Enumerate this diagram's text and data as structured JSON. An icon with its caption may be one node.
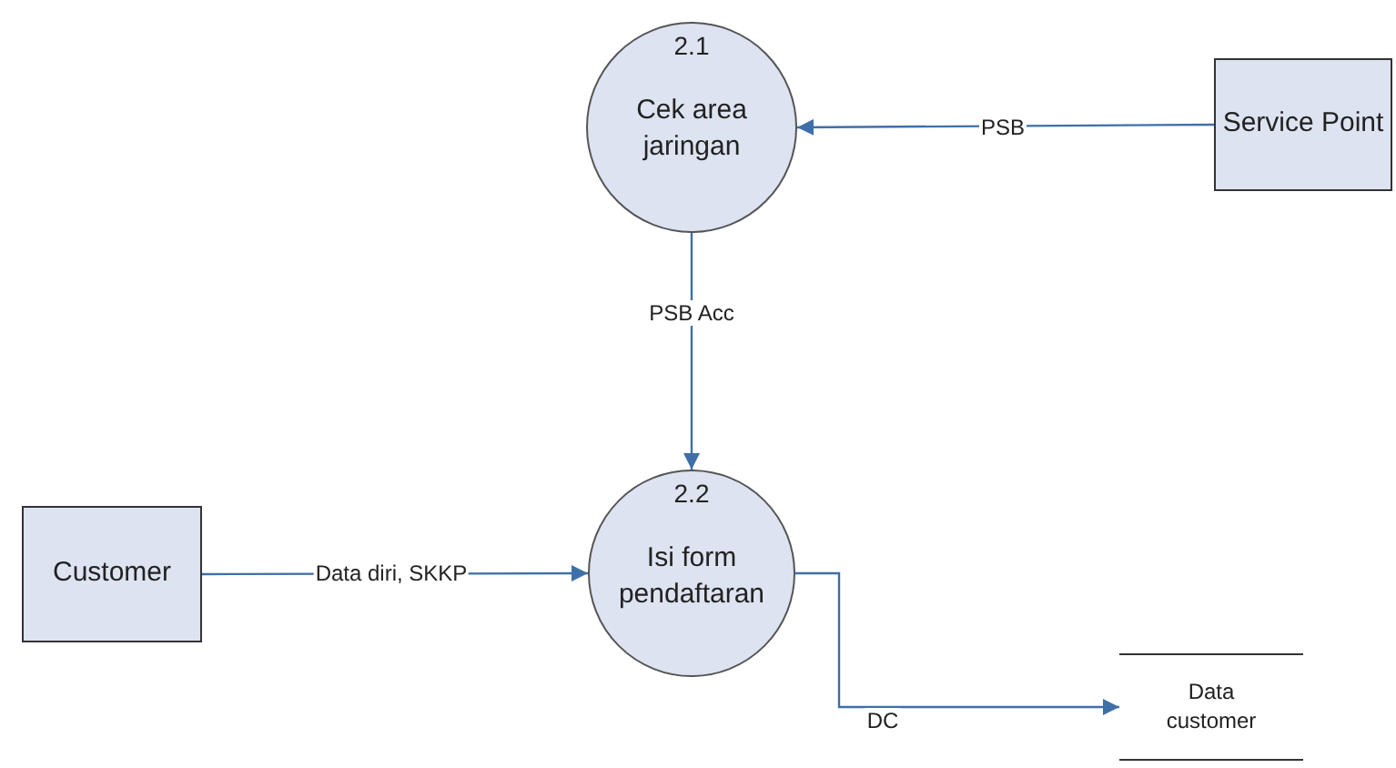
{
  "diagram": {
    "nodes": [
      {
        "text": [
          "2.1",
          "Cek area jaringan"
        ]
      },
      {
        "text": [
          "Service Point"
        ]
      },
      {
        "text": [
          "Customer"
        ]
      },
      {
        "text": [
          "2.2",
          "Isi form pendaftaran"
        ]
      },
      {
        "text": [
          "Data customer"
        ]
      }
    ],
    "edges": [
      {
        "from": 1,
        "to": 0,
        "arrow": "to",
        "label": "PSB"
      },
      {
        "from": 0,
        "to": 3,
        "arrow": "to",
        "label": "PSB Acc"
      },
      {
        "from": 2,
        "to": 3,
        "arrow": "to",
        "label": "Data diri, SKKP"
      },
      {
        "from": 3,
        "to": 4,
        "arrow": "to",
        "label": "DC"
      }
    ]
  }
}
